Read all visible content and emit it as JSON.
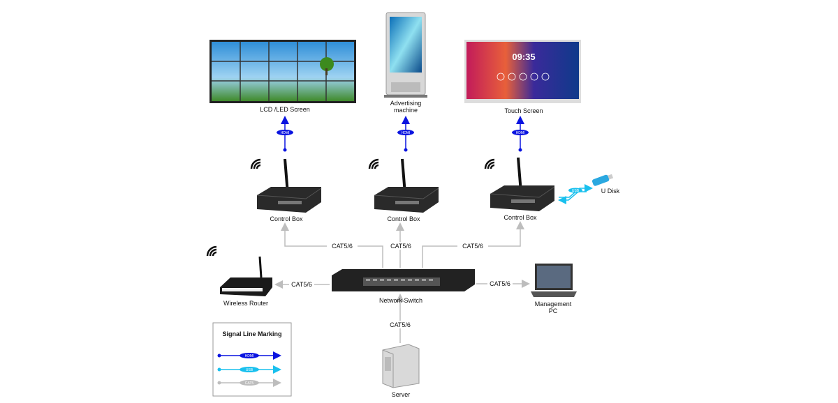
{
  "devices": {
    "lcd_screen": "LCD /LED Screen",
    "advertising_line1": "Advertising",
    "advertising_line2": "machine",
    "touch_screen": "Touch Screen",
    "touch_time": "09:35",
    "control_box": "Control Box",
    "u_disk": "U Disk",
    "network_switch": "Network Switch",
    "wireless_router": "Wireless Router",
    "management_line1": "Management",
    "management_line2": "PC",
    "server": "Server"
  },
  "links": {
    "hdmi": "HDMI",
    "usb": "USB",
    "cat": "CAT5/6"
  },
  "legend": {
    "title": "Signal Line Marking",
    "hdmi": "HDMI",
    "usb": "USB",
    "cat5": "CAT5"
  },
  "colors": {
    "hdmi": "#0a14e0",
    "usb": "#19c0ee",
    "cat": "#bdbdbd"
  }
}
